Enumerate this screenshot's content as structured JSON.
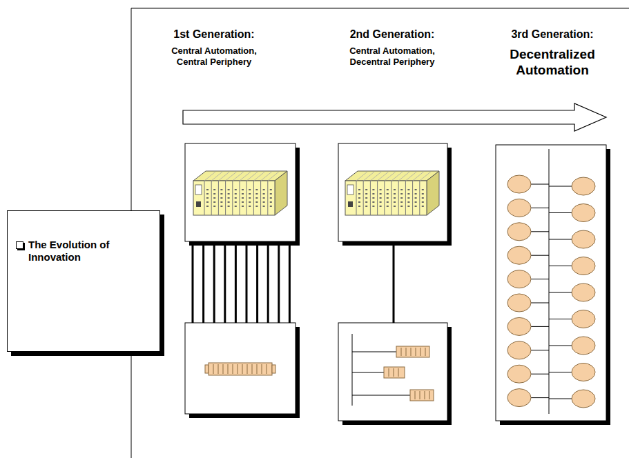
{
  "diagram": {
    "nodes": [
      {
        "text": [
          "The Evolution of Innovation"
        ]
      }
    ],
    "labels": [
      "1st Generation:",
      "Central Automation, Central Periphery",
      "2nd Generation:",
      "Central Automation, Decentral Periphery",
      "3rd Generation:",
      "Decentralized Automation"
    ]
  }
}
